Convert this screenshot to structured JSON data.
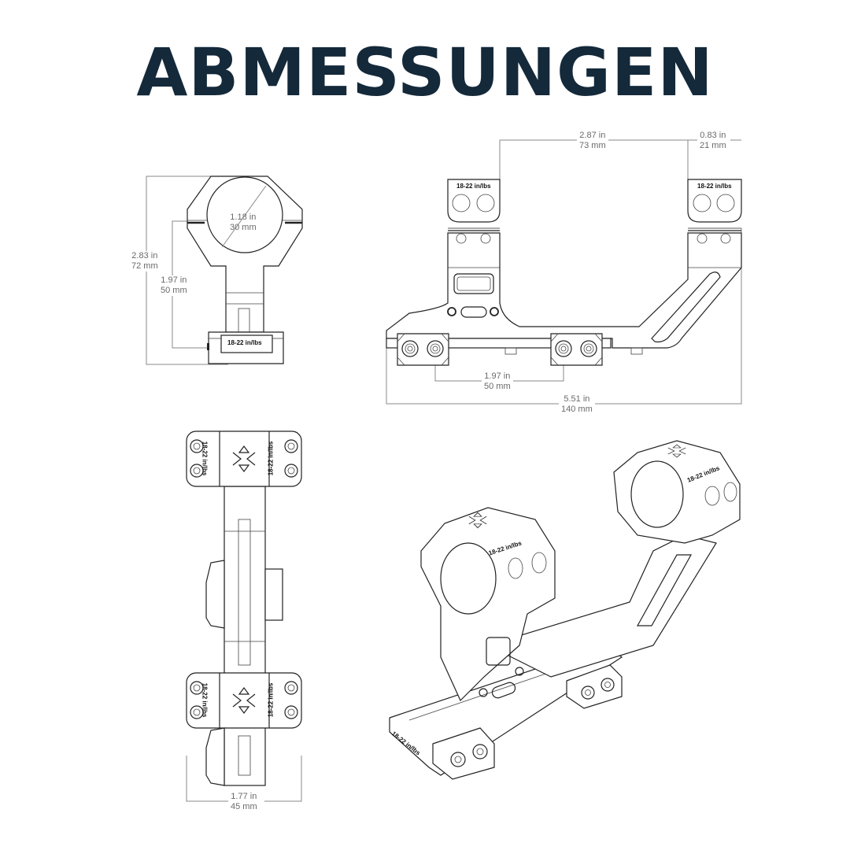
{
  "title": "ABMESSUNGEN",
  "colors": {
    "title": "#14293a",
    "line": "#222222",
    "dimension_text": "#6a6a6a",
    "background": "#ffffff"
  },
  "front_view": {
    "ring_diameter": {
      "in": "1.18 in",
      "mm": "30 mm"
    },
    "total_height": {
      "in": "2.83 in",
      "mm": "72 mm"
    },
    "center_height": {
      "in": "1.97 in",
      "mm": "50 mm"
    },
    "torque_label": "18-22 in/lbs"
  },
  "side_view": {
    "ring_spacing": {
      "in": "2.87 in",
      "mm": "73 mm"
    },
    "ring_width": {
      "in": "0.83 in",
      "mm": "21 mm"
    },
    "clamp_spacing": {
      "in": "1.97 in",
      "mm": "50 mm"
    },
    "total_length": {
      "in": "5.51 in",
      "mm": "140 mm"
    },
    "torque_labels": [
      "18-22 in/lbs",
      "18-22 in/lbs"
    ]
  },
  "top_view": {
    "base_width": {
      "in": "1.77 in",
      "mm": "45 mm"
    },
    "torque_labels": [
      "18-22 in/lbs",
      "18-22 in/lbs",
      "18-22 in/lbs",
      "18-22 in/lbs"
    ]
  },
  "iso_view": {
    "torque_labels": [
      "18-22 in/lbs",
      "18-22 in/lbs",
      "18-22 in/lbs"
    ]
  },
  "icons": {
    "logo": "x-star-logo-icon",
    "screw": "hex-screw-icon"
  }
}
